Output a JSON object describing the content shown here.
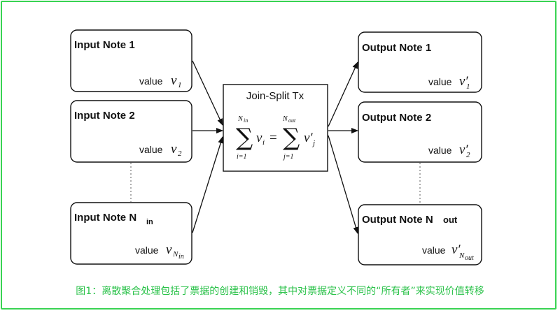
{
  "inputs": [
    {
      "title": "Input Note 1",
      "value_label": "value",
      "var": "v",
      "sub": "1"
    },
    {
      "title": "Input Note 2",
      "value_label": "value",
      "var": "v",
      "sub": "2"
    },
    {
      "title_main": "Input Note N",
      "title_sub": "in",
      "value_label": "value",
      "var": "v",
      "sub_main": "N",
      "sub_sub": "in"
    }
  ],
  "outputs": [
    {
      "title": "Output Note 1",
      "value_label": "value",
      "var": "v′",
      "sub": "1"
    },
    {
      "title": "Output Note 2",
      "value_label": "value",
      "var": "v′",
      "sub": "2"
    },
    {
      "title_main": "Output Note N",
      "title_sub": "out",
      "value_label": "value",
      "var": "v′",
      "sub_main": "N",
      "sub_sub": "out"
    }
  ],
  "tx": {
    "title": "Join-Split Tx",
    "sigma": "∑",
    "upper_left_main": "N",
    "upper_left_sub": "in",
    "lower_left": "i=1",
    "left_var": "v",
    "left_sub": "i",
    "equals": "=",
    "upper_right_main": "N",
    "upper_right_sub": "out",
    "lower_right": "j=1",
    "right_var": "v′",
    "right_sub": "j"
  },
  "caption": "图1：离散聚合处理包括了票据的创建和销毁，其中对票据定义不同的“所有者”来实现价值转移",
  "colors": {
    "frame": "#39d353",
    "caption": "#2bc24a",
    "ink": "#111111"
  }
}
